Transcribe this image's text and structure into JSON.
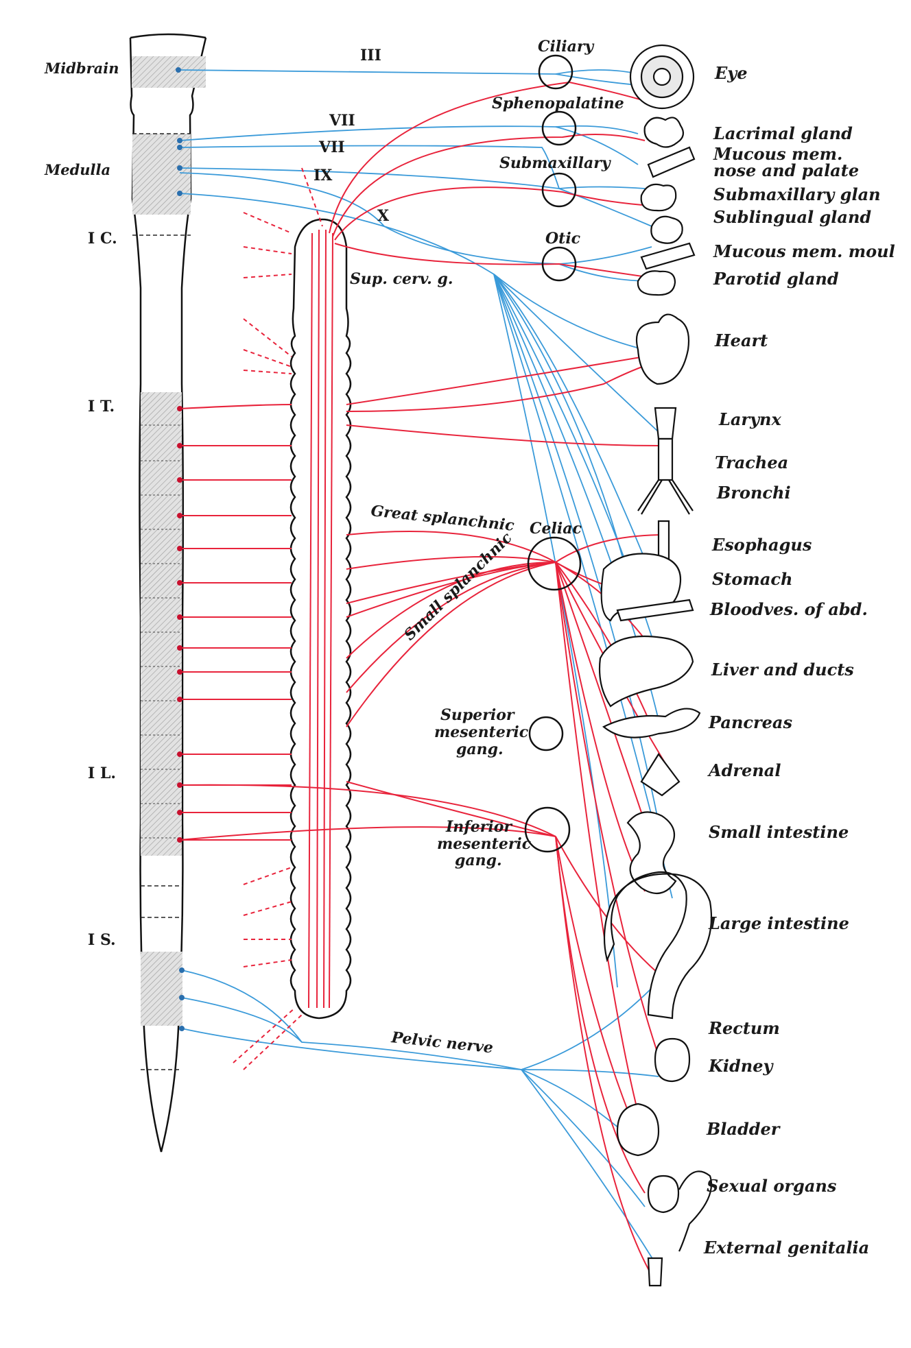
{
  "cord_labels": {
    "midbrain": "Midbrain",
    "medulla": "Medulla",
    "cervical": "I C.",
    "thoracic": "I T.",
    "lumbar": "I L.",
    "sacral": "I S."
  },
  "nerves": {
    "oculomotor": "III",
    "facial_1": "VII",
    "facial_2": "VII",
    "glossopharyngeal": "IX",
    "vagus": "X",
    "pelvic": "Pelvic nerve"
  },
  "ganglia": {
    "ciliary": "Ciliary",
    "sphenopalatine": "Sphenopalatine",
    "submaxillary": "Submaxillary",
    "otic": "Otic",
    "sup_cerv": "Sup. cerv. g.",
    "great_splanchnic": "Great splanchnic",
    "small_splanchnic": "Small splanchnic",
    "celiac": "Celiac",
    "sup_mes_1": "Superior",
    "sup_mes_2": "mesenteric",
    "sup_mes_3": "gang.",
    "inf_mes_1": "Inferior",
    "inf_mes_2": "mesenteric",
    "inf_mes_3": "gang."
  },
  "organs": [
    "Eye",
    "Lacrimal gland",
    "Mucous mem.",
    "nose and palate",
    "Submaxillary glan",
    "Sublingual gland",
    "Mucous mem. moul",
    "Parotid gland",
    "Heart",
    "Larynx",
    "Trachea",
    "Bronchi",
    "Esophagus",
    "Stomach",
    "Bloodves. of abd.",
    "Liver and ducts",
    "Pancreas",
    "Adrenal",
    "Small intestine",
    "Large intestine",
    "Rectum",
    "Kidney",
    "Bladder",
    "Sexual organs",
    "External genitalia"
  ],
  "colors": {
    "sympathetic": "#e8233b",
    "parasympathetic": "#3a9ad9",
    "outline": "#111111",
    "shading": "#d9d9d9"
  }
}
